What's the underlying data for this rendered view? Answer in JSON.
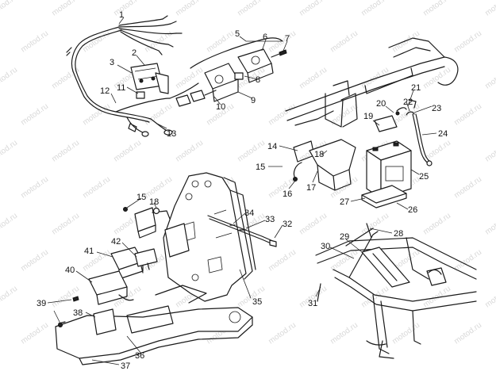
{
  "watermark": {
    "text": "motod.ru"
  },
  "callouts": [
    {
      "n": "1"
    },
    {
      "n": "2"
    },
    {
      "n": "3"
    },
    {
      "n": "5"
    },
    {
      "n": "6"
    },
    {
      "n": "7"
    },
    {
      "n": "8"
    },
    {
      "n": "9"
    },
    {
      "n": "10"
    },
    {
      "n": "11"
    },
    {
      "n": "12"
    },
    {
      "n": "13"
    },
    {
      "n": "14"
    },
    {
      "n": "15"
    },
    {
      "n": "16"
    },
    {
      "n": "17"
    },
    {
      "n": "18"
    },
    {
      "n": "19"
    },
    {
      "n": "20"
    },
    {
      "n": "21"
    },
    {
      "n": "22"
    },
    {
      "n": "23"
    },
    {
      "n": "24"
    },
    {
      "n": "25"
    },
    {
      "n": "26"
    },
    {
      "n": "27"
    },
    {
      "n": "28"
    },
    {
      "n": "29"
    },
    {
      "n": "30"
    },
    {
      "n": "31"
    },
    {
      "n": "32"
    },
    {
      "n": "33"
    },
    {
      "n": "34"
    },
    {
      "n": "35"
    },
    {
      "n": "36"
    },
    {
      "n": "37"
    },
    {
      "n": "38"
    },
    {
      "n": "39"
    },
    {
      "n": "40"
    },
    {
      "n": "41"
    },
    {
      "n": "42"
    },
    {
      "n": "15"
    },
    {
      "n": "18"
    }
  ]
}
